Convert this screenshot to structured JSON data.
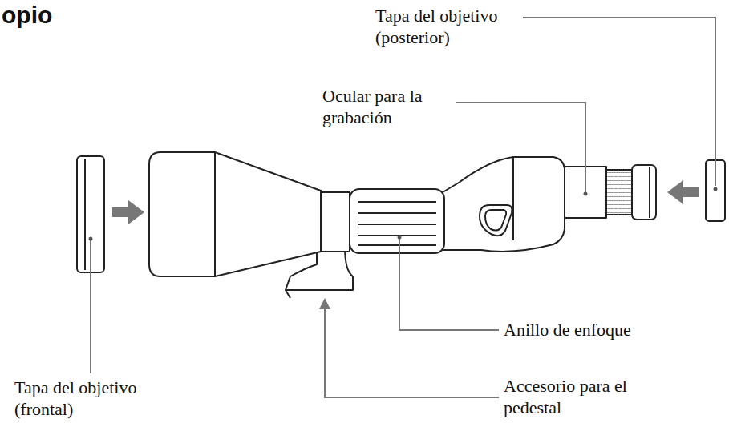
{
  "diagram": {
    "title": "opio",
    "labels": [
      "Tapa del objetivo (posterior)",
      "Ocular para la grabación",
      "Anillo de enfoque",
      "Accesorio para el pedestal",
      "Tapa del objetivo (frontal)"
    ]
  }
}
